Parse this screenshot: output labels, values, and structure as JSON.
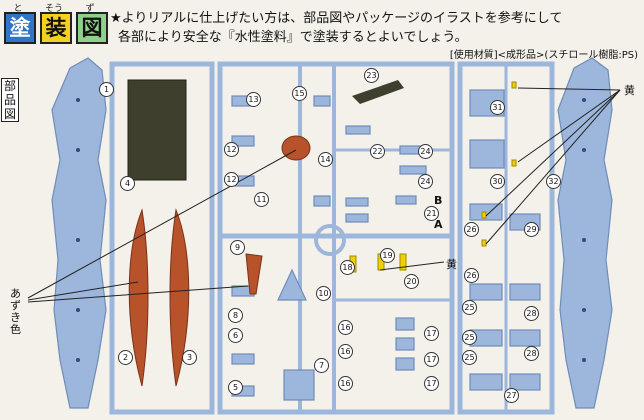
{
  "header": {
    "title_chars": [
      "塗",
      "装",
      "図"
    ],
    "title_readings": [
      "と",
      "そう",
      "ず"
    ],
    "title_colors": [
      "#2e74c8",
      "#f2d21e",
      "#8fd08a"
    ],
    "intro_line1": "★よりリアルに仕上げたい方は、部品図やパッケージのイラストを参考にして",
    "intro_line2": "各部により安全な『水性塗料』で塗装するとよいでしょう。",
    "materials": "[使用材質]<成形品>(スチロール樹脂:PS)"
  },
  "side_label": "部品図",
  "callouts": {
    "azuki": "あずき色",
    "yellow_center": "黄",
    "yellow_right": "黄",
    "marker_b": "B",
    "marker_a": "A"
  },
  "part_numbers": [
    "1",
    "2",
    "3",
    "4",
    "5",
    "6",
    "7",
    "8",
    "9",
    "10",
    "11",
    "12",
    "12",
    "13",
    "14",
    "15",
    "16",
    "16",
    "16",
    "17",
    "17",
    "17",
    "18",
    "19",
    "20",
    "21",
    "22",
    "23",
    "24",
    "24",
    "25",
    "25",
    "25",
    "26",
    "26",
    "27",
    "28",
    "28",
    "29",
    "30",
    "31",
    "32"
  ],
  "colors": {
    "sprue": "#9db6dc",
    "sprue_edge": "#6f8db9",
    "azuki_part": "#b8522a",
    "dark_part": "#3e3f2c",
    "yellow": "#f0d000"
  }
}
